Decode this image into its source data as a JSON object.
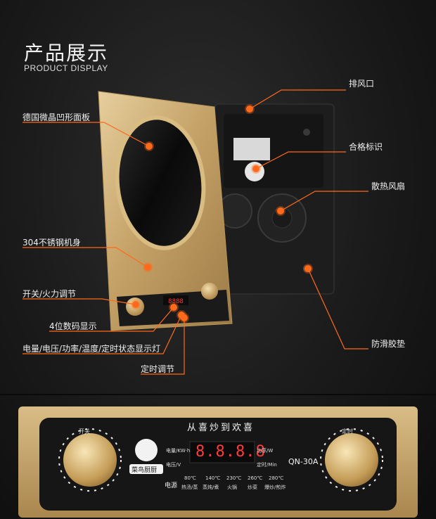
{
  "header": {
    "title": "产品展示",
    "subtitle": "PRODUCT DISPLAY"
  },
  "callouts": {
    "exhaust": "排风口",
    "glass_panel": "德国微晶凹形面板",
    "certificate": "合格标识",
    "fan": "散热风扇",
    "body": "304不锈钢机身",
    "knob": "开关/火力调节",
    "display": "4位数码显示",
    "indicators": "电量/电压/功率/温度/定时状态显示灯",
    "non_slip": "防滑胶垫",
    "timer": "定时调节"
  },
  "panel": {
    "slogan": "从喜炒到欢喜",
    "model": "QN-30A",
    "digits": "8.8.8.8",
    "left_knob_label": "开关",
    "right_knob_label": "定时",
    "brand": "菜鸟厨厨",
    "ind_left": [
      "电量/KW·h",
      "电压/V"
    ],
    "ind_right": [
      "功率/W",
      "定时/Min"
    ],
    "power": "电源",
    "temps": [
      "80℃",
      "140℃",
      "230℃",
      "260℃",
      "280℃"
    ],
    "modes": [
      "热汤/蒸",
      "蒸炖/煮",
      "火锅",
      "炒菜",
      "爆炒/煎炸"
    ]
  },
  "colors": {
    "accent": "#ff6a1a",
    "gold": "#c9a86a",
    "glass": "#0e0e0e"
  }
}
